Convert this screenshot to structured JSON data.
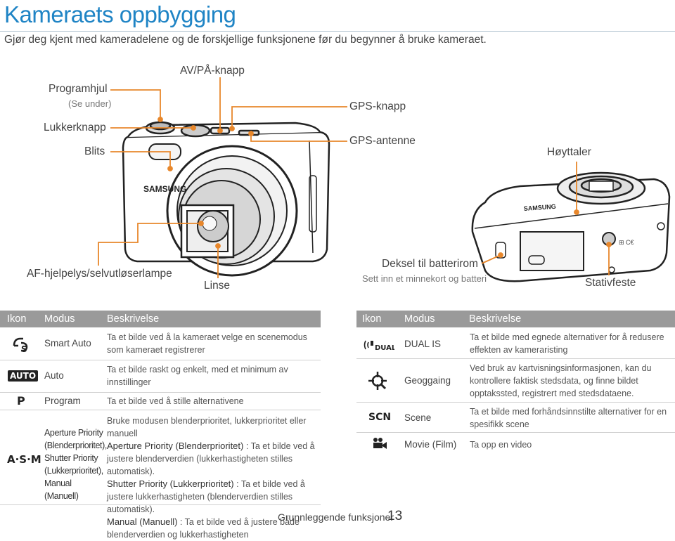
{
  "header": {
    "title": "Kameraets oppbygging",
    "subtitle": "Gjør deg kjent med kameradelene og de forskjellige funksjonene før du begynner å bruke kameraet."
  },
  "diagram": {
    "labels": {
      "mode_dial": "Programhjul",
      "mode_dial_note": "(Se under)",
      "power": "AV/PÅ-knapp",
      "gps_button": "GPS-knapp",
      "shutter": "Lukkerknapp",
      "flash": "Blits",
      "gps_antenna": "GPS-antenne",
      "speaker": "Høyttaler",
      "af_lamp": "AF-hjelpelys/selvutløserlampe",
      "lens": "Linse",
      "battery_cover": "Deksel til batterirom",
      "battery_cover_note": "Sett inn et minnekort og batteri",
      "tripod": "Stativfeste"
    },
    "brand_text": "SAMSUNG",
    "leader_color": "#e8872b"
  },
  "table_left": {
    "headers": [
      "Ikon",
      "Modus",
      "Beskrivelse"
    ],
    "rows": [
      {
        "icon": "smart-auto-icon",
        "mode": "Smart Auto",
        "desc": "Ta et bilde ved å la kameraet velge en scenemodus som kameraet registrerer"
      },
      {
        "icon": "auto-icon",
        "icon_text": "AUTO",
        "mode": "Auto",
        "desc": "Ta et bilde raskt og enkelt, med et minimum av innstillinger"
      },
      {
        "icon": "program-icon",
        "icon_text": "P",
        "mode": "Program",
        "desc": "Ta et bilde ved å stille alternativene"
      },
      {
        "icon": "asm-icon",
        "icon_text": "A·S·M",
        "mode_lines": [
          "Aperture Priority",
          "(Blenderprioritet),",
          "Shutter Priority",
          "(Lukkerprioritet),",
          "Manual (Manuell)"
        ],
        "desc_intro": "Bruke modusen blenderprioritet, lukkerprioritet eller manuell",
        "desc_a_term": "Aperture Priority (Blenderprioritet)",
        "desc_a_text": ": Ta et bilde ved å justere blenderverdien (lukkerhastigheten stilles automatisk).",
        "desc_s_term": "Shutter Priority (Lukkerprioritet)",
        "desc_s_text": ": Ta et bilde ved å justere lukkerhastigheten (blenderverdien stilles automatisk).",
        "desc_m_term": "Manual (Manuell)",
        "desc_m_text": ": Ta et bilde ved å justere både blenderverdien og lukkerhastigheten"
      }
    ]
  },
  "table_right": {
    "headers": [
      "Ikon",
      "Modus",
      "Beskrivelse"
    ],
    "rows": [
      {
        "icon": "dual-is-icon",
        "icon_text": "DUAL",
        "mode": "DUAL IS",
        "desc": "Ta et bilde med egnede alternativer for å redusere effekten av kameraristing"
      },
      {
        "icon": "geotagging-icon",
        "mode": "Geoggaing",
        "desc": "Ved bruk av kartvisningsinformasjonen, kan du kontrollere faktisk stedsdata, og finne bildet opptakssted, registrert med stedsdataene."
      },
      {
        "icon": "scene-icon",
        "icon_text": "SCN",
        "mode": "Scene",
        "desc": "Ta et bilde med forhåndsinnstilte alternativer for en spesifikk scene"
      },
      {
        "icon": "movie-icon",
        "mode": "Movie (Film)",
        "desc": "Ta opp en video"
      }
    ]
  },
  "footer": {
    "section": "Grunnleggende funksjoner",
    "page": "13"
  },
  "colors": {
    "title": "#1f84c5",
    "table_header_bg": "#9a9a9a",
    "leader": "#e8872b"
  }
}
